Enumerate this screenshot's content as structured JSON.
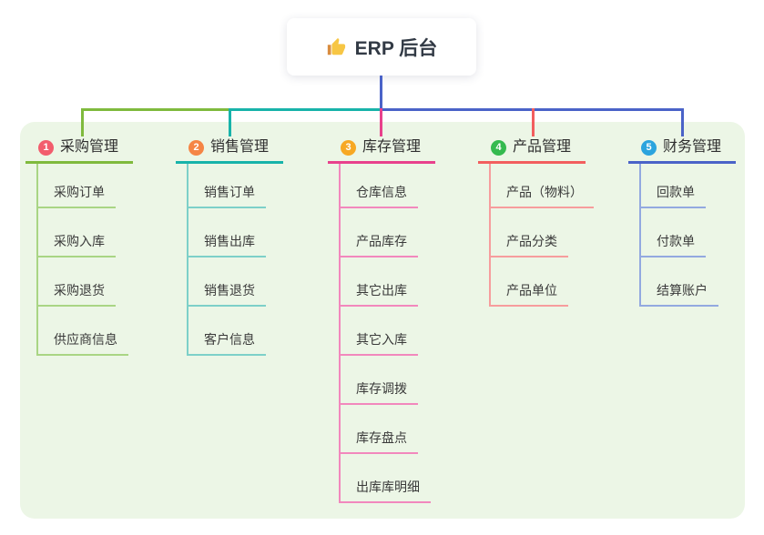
{
  "root": {
    "label": "ERP 后台",
    "icon": "thumbs-up-icon"
  },
  "panel_color": "#ecf6e6",
  "branches": [
    {
      "number": "1",
      "label": "采购管理",
      "badge_color": "#f25d6d",
      "line_color": "#7fba3d",
      "child_line_color": "#a9d584",
      "children": [
        "采购订单",
        "采购入库",
        "采购退货",
        "供应商信息"
      ]
    },
    {
      "number": "2",
      "label": "销售管理",
      "badge_color": "#f58545",
      "line_color": "#17b3aa",
      "child_line_color": "#7dd0c9",
      "children": [
        "销售订单",
        "销售出库",
        "销售退货",
        "客户信息"
      ]
    },
    {
      "number": "3",
      "label": "库存管理",
      "badge_color": "#f7a823",
      "line_color": "#e8418c",
      "child_line_color": "#f288bd",
      "children": [
        "仓库信息",
        "产品库存",
        "其它出库",
        "其它入库",
        "库存调拨",
        "库存盘点",
        "出库库明细"
      ]
    },
    {
      "number": "4",
      "label": "产品管理",
      "badge_color": "#35ba4f",
      "line_color": "#f25e5e",
      "child_line_color": "#f79d9d",
      "children": [
        "产品（物料）",
        "产品分类",
        "产品单位"
      ]
    },
    {
      "number": "5",
      "label": "财务管理",
      "badge_color": "#2ba4de",
      "line_color": "#4a63c8",
      "child_line_color": "#93a9e0",
      "children": [
        "回款单",
        "付款单",
        "结算账户"
      ]
    }
  ]
}
